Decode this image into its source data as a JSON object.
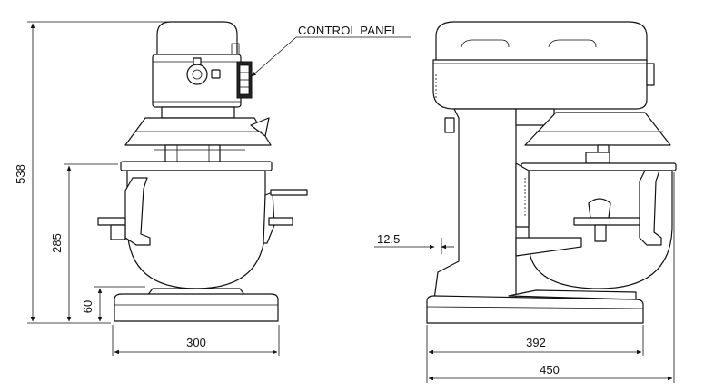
{
  "callout": {
    "label": "CONTROL PANEL"
  },
  "dimensions": {
    "overall_height": "538",
    "bowl_height": "285",
    "base_height": "60",
    "front_base_width": "300",
    "side_base_width": "392",
    "overall_depth": "450",
    "column_offset": "12.5"
  }
}
